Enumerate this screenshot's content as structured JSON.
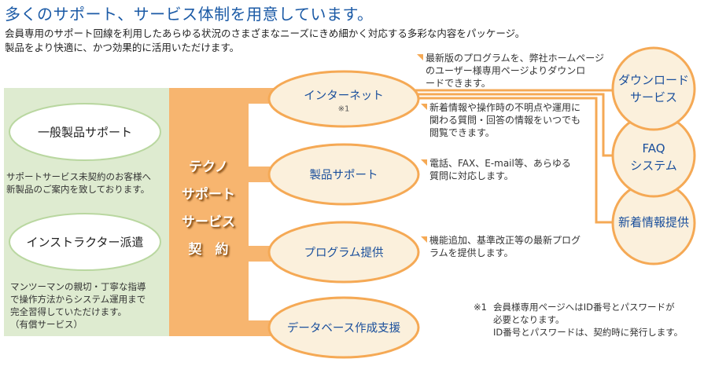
{
  "heading": "多くのサポート、サービス体制を用意しています。",
  "intro": [
    "会員専用のサポート回線を利用したあらゆる状況のさまざまなニーズにきめ細かく対応する多彩な内容をパッケージ。",
    "製品をより快適に、かつ効果的に活用いただけます。"
  ],
  "left_panel": {
    "general_support": {
      "label": "一般製品サポート",
      "description": [
        "サポートサービス未契約のお客様へ",
        "新製品のご案内を致しております。"
      ]
    },
    "instructor": {
      "label": "インストラクター派遣",
      "description": [
        "マンツーマンの親切・丁寧な指導",
        "で操作方法からシステム運用まで",
        "完全習得していただけます。",
        "（有償サービス）"
      ]
    }
  },
  "contract_label": "テクノ\nサポート\nサービス\n契　約",
  "services": [
    {
      "label": "インターネット",
      "mark": "※1"
    },
    {
      "label": "製品サポート"
    },
    {
      "label": "プログラム提供"
    },
    {
      "label": "データベース作成支援"
    }
  ],
  "notes": {
    "download": [
      "最新版のプログラムを、弊社ホームページ",
      "のユーザー様専用ページよりダウンロ",
      "ードできます。"
    ],
    "faq": [
      "新着情報や操作時の不明点や運用に",
      "関わる質問・回答の情報をいつでも",
      "閲覧できます。"
    ],
    "support": [
      "電話、FAX、E-mail等、あらゆる",
      "質問に対応します。"
    ],
    "program": [
      "機能追加、基準改正等の最新プログ",
      "ラムを提供します。"
    ]
  },
  "internet_services": [
    {
      "label": [
        "ダウンロード",
        "サービス"
      ]
    },
    {
      "label": [
        "FAQ",
        "システム"
      ]
    },
    {
      "label": [
        "新着情報提供"
      ]
    }
  ],
  "footnote": {
    "mark": "※1",
    "lines": [
      "会員様専用ページへはID番号とパスワードが",
      "必要となります。",
      "ID番号とパスワードは、契約時に発行します。"
    ]
  },
  "colors": {
    "accent": "#f5a955",
    "orange_fill": "#f7b56f",
    "cream": "#fbf0dc",
    "green": "#deebd0",
    "blue": "#1a4f9c"
  }
}
